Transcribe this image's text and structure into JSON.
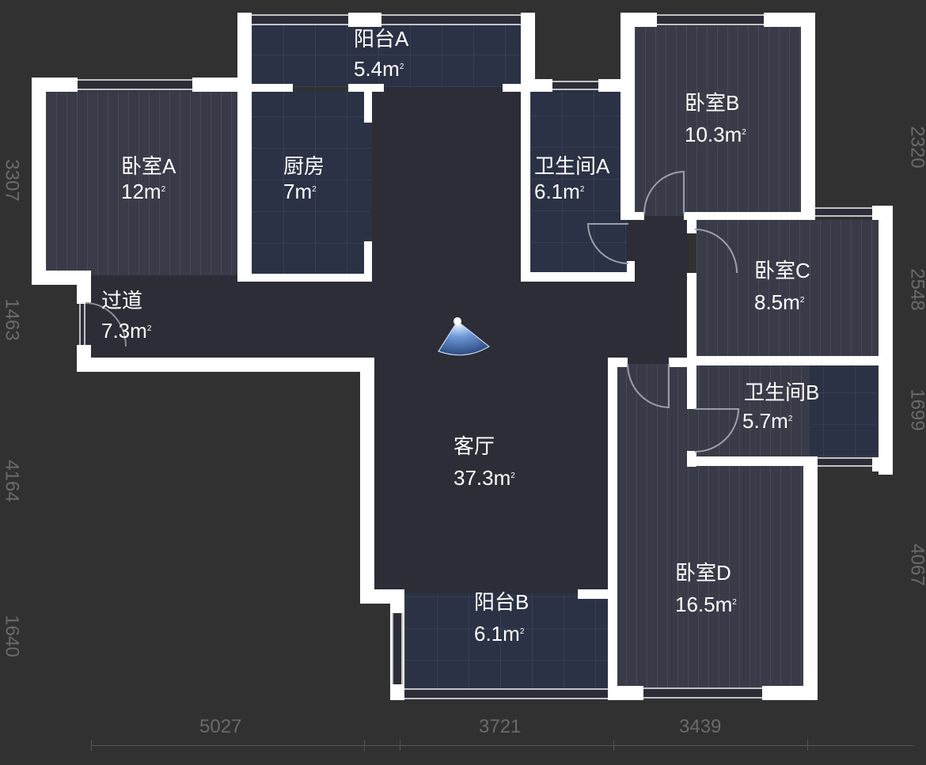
{
  "floorplan": {
    "background_color": "#313131",
    "wall_color": "#ffffff",
    "area_unit": "m",
    "area_unit_superscript": "2",
    "rooms": [
      {
        "id": "bedroom-a",
        "name": "卧室A",
        "area": "12"
      },
      {
        "id": "kitchen",
        "name": "厨房",
        "area": "7"
      },
      {
        "id": "balcony-a",
        "name": "阳台A",
        "area": "5.4"
      },
      {
        "id": "bathroom-a",
        "name": "卫生间A",
        "area": "6.1"
      },
      {
        "id": "bedroom-b",
        "name": "卧室B",
        "area": "10.3"
      },
      {
        "id": "bedroom-c",
        "name": "卧室C",
        "area": "8.5"
      },
      {
        "id": "corridor",
        "name": "过道",
        "area": "7.3"
      },
      {
        "id": "living-room",
        "name": "客厅",
        "area": "37.3"
      },
      {
        "id": "bathroom-b",
        "name": "卫生间B",
        "area": "5.7"
      },
      {
        "id": "bedroom-d",
        "name": "卧室D",
        "area": "16.5"
      },
      {
        "id": "balcony-b",
        "name": "阳台B",
        "area": "6.1"
      }
    ],
    "dimensions": {
      "bottom": [
        "5027",
        "3721",
        "3439"
      ],
      "left": [
        "3307",
        "1463",
        "4164",
        "1640"
      ],
      "right": [
        "2320",
        "2548",
        "1699",
        "4067"
      ]
    },
    "viewpoint_marker": {
      "icon": "camera-viewpoint-icon",
      "color": "#5b8fd8"
    }
  }
}
